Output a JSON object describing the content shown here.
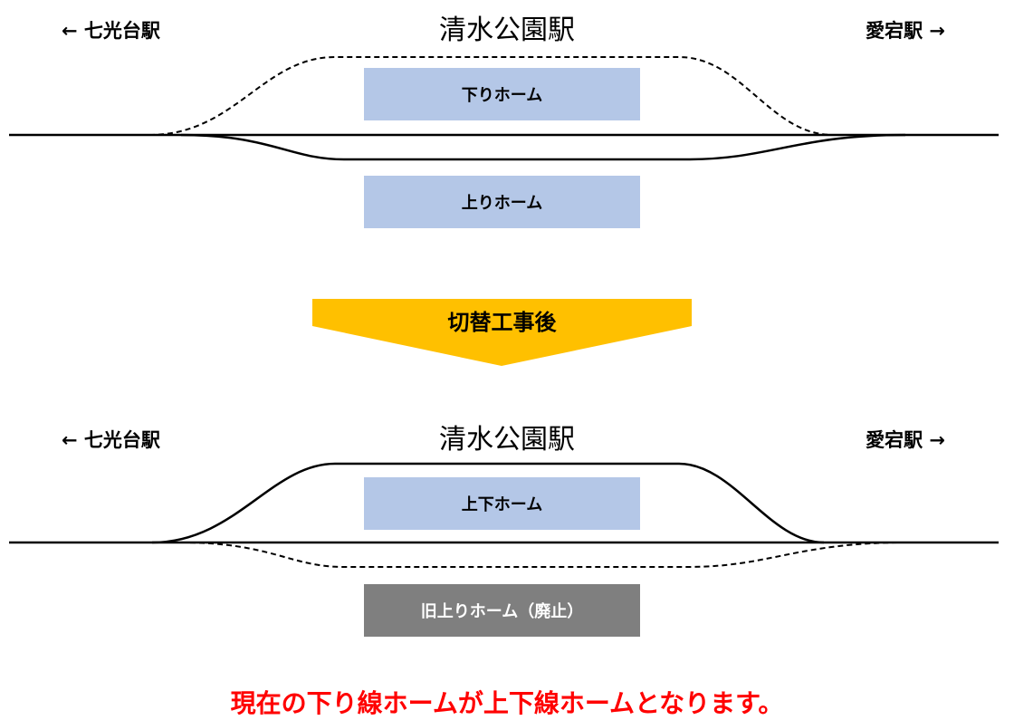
{
  "before": {
    "left_station": "← 七光台駅",
    "station_name": "清水公園駅",
    "right_station": "愛宕駅 →",
    "upper_platform": "下りホーム",
    "lower_platform": "上りホーム"
  },
  "transition": {
    "label": "切替工事後",
    "color": "#ffc000"
  },
  "after": {
    "left_station": "← 七光台駅",
    "station_name": "清水公園駅",
    "right_station": "愛宕駅 →",
    "upper_platform": "上下ホーム",
    "lower_platform": "旧上りホーム（廃止）"
  },
  "note": "現在の下り線ホームが上下線ホームとなります。",
  "colors": {
    "platform_active": "#b4c7e7",
    "platform_abolished": "#7f7f7f",
    "note_text": "#ff0000"
  }
}
